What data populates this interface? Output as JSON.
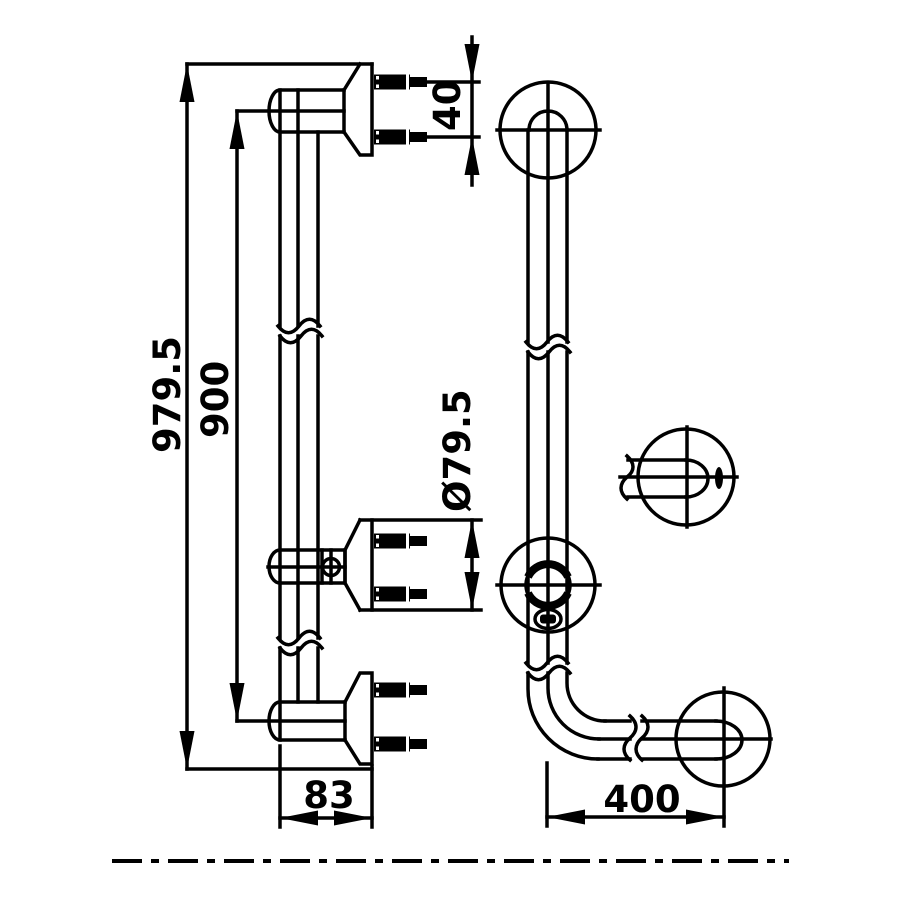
{
  "page": {
    "background": "#ffffff",
    "line_color": "#000000"
  },
  "views": {
    "side": {
      "overall_height": "979.5",
      "mounting_center_distance": "900",
      "bolt_hole_spacing": "40",
      "flange_diameter": "Ø79.5",
      "wall_clearance": "83"
    },
    "front": {
      "horizontal_arm_length": "400"
    }
  }
}
